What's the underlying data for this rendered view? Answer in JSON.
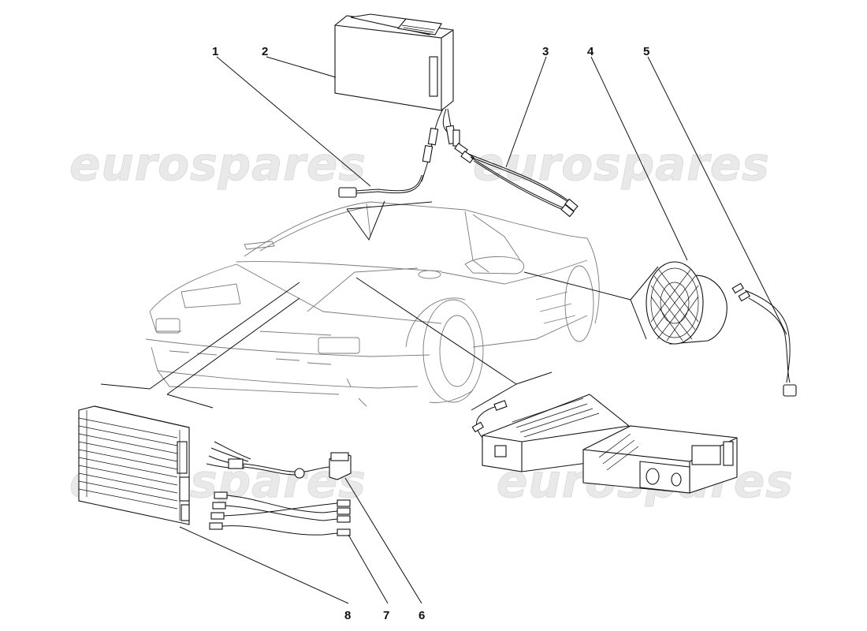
{
  "watermark": {
    "text": "eurospares"
  },
  "callouts": [
    {
      "id": "1",
      "label": "1"
    },
    {
      "id": "2",
      "label": "2"
    },
    {
      "id": "3",
      "label": "3"
    },
    {
      "id": "4",
      "label": "4"
    },
    {
      "id": "5",
      "label": "5"
    },
    {
      "id": "6",
      "label": "6"
    },
    {
      "id": "7",
      "label": "7"
    },
    {
      "id": "8",
      "label": "8"
    }
  ],
  "parts": [
    {
      "callout": "1",
      "name": "cd-changer-cable"
    },
    {
      "callout": "2",
      "name": "cd-changer-unit"
    },
    {
      "callout": "3",
      "name": "rca-lead-pair"
    },
    {
      "callout": "4",
      "name": "loudspeaker"
    },
    {
      "callout": "5",
      "name": "speaker-wire"
    },
    {
      "callout": "6",
      "name": "amplifier-harness"
    },
    {
      "callout": "7",
      "name": "rca-lead-quad"
    },
    {
      "callout": "8",
      "name": "amplifier"
    }
  ]
}
